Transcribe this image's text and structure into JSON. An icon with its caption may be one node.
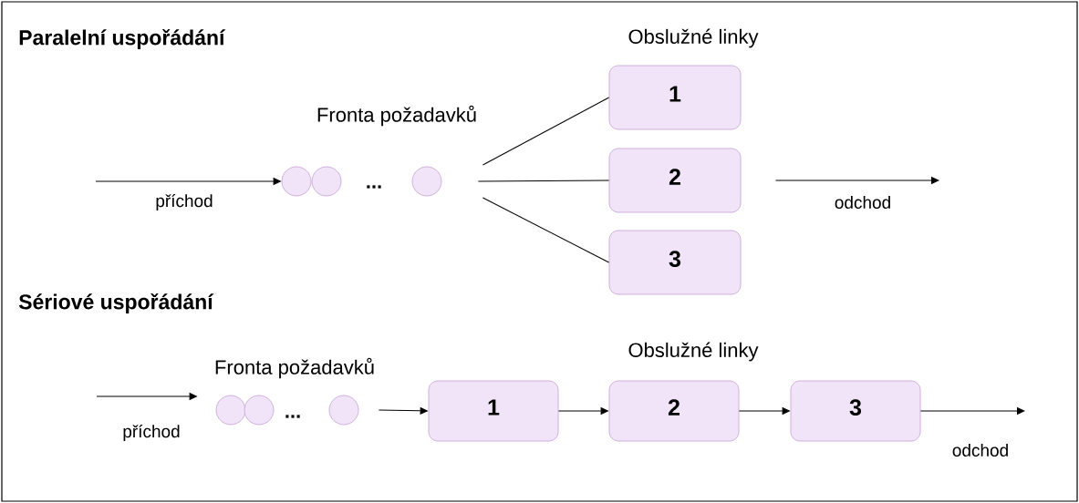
{
  "diagram": {
    "nodes": [
      {
        "text": [],
        "shape": "circle"
      },
      {
        "text": [],
        "shape": "circle"
      },
      {
        "text": [],
        "shape": "circle"
      },
      {
        "text": [
          "1"
        ]
      },
      {
        "text": [
          "2"
        ]
      },
      {
        "text": [
          "3"
        ]
      },
      {
        "text": [],
        "shape": "circle"
      },
      {
        "text": [],
        "shape": "circle"
      },
      {
        "text": [],
        "shape": "circle"
      },
      {
        "text": [
          "1"
        ]
      },
      {
        "text": [
          "2"
        ]
      },
      {
        "text": [
          "3"
        ]
      }
    ],
    "edges": [
      {
        "from": null,
        "to": 0,
        "arrow": "to",
        "label": "příchod"
      },
      {
        "from": 2,
        "to": 3,
        "arrow": "none"
      },
      {
        "from": 2,
        "to": 4,
        "arrow": "none"
      },
      {
        "from": 2,
        "to": 5,
        "arrow": "none"
      },
      {
        "from": 4,
        "to": null,
        "arrow": "to",
        "label": "odchod"
      },
      {
        "from": null,
        "to": 6,
        "arrow": "to",
        "label": "příchod"
      },
      {
        "from": 8,
        "to": 9,
        "arrow": "to"
      },
      {
        "from": 9,
        "to": 10,
        "arrow": "to"
      },
      {
        "from": 10,
        "to": 11,
        "arrow": "to"
      },
      {
        "from": 11,
        "to": null,
        "arrow": "to",
        "label": "odchod"
      }
    ],
    "labels": [
      "Paralelní uspořádání",
      "Obslužné linky",
      "Fronta požadavků",
      "...",
      "Sériové uspořádání",
      "Obslužné linky",
      "Fronta požadavků",
      "..."
    ]
  }
}
